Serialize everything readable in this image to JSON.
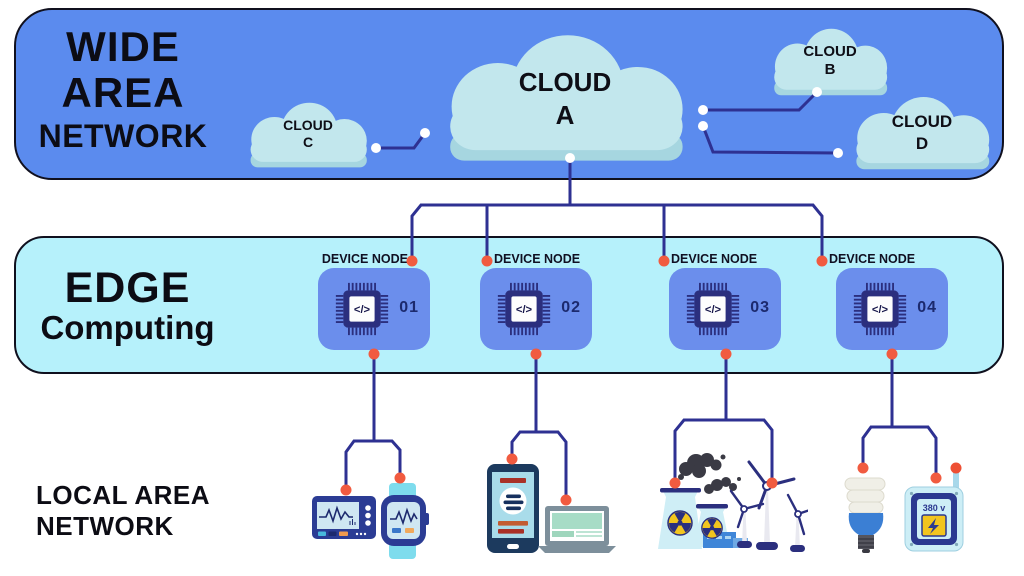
{
  "wan": {
    "title_lines": [
      "WIDE",
      "AREA",
      "NETWORK"
    ],
    "clouds": [
      {
        "word": "CLOUD",
        "letter": "A"
      },
      {
        "word": "CLOUD",
        "letter": "B"
      },
      {
        "word": "CLOUD",
        "letter": "C"
      },
      {
        "word": "CLOUD",
        "letter": "D"
      }
    ]
  },
  "edge": {
    "title_line1": "EDGE",
    "title_line2": "Computing",
    "nodes": [
      {
        "label": "DEVICE NODE",
        "number": "01",
        "chip_glyph": "</>"
      },
      {
        "label": "DEVICE NODE",
        "number": "02",
        "chip_glyph": "</>"
      },
      {
        "label": "DEVICE NODE",
        "number": "03",
        "chip_glyph": "</>"
      },
      {
        "label": "DEVICE NODE",
        "number": "04",
        "chip_glyph": "</>"
      }
    ]
  },
  "lan": {
    "title_lines": [
      "LOCAL AREA",
      "NETWORK"
    ],
    "groups": [
      {
        "icons": [
          "ecg-monitor-icon",
          "smartwatch-icon"
        ]
      },
      {
        "icons": [
          "smartphone-icon",
          "laptop-icon"
        ]
      },
      {
        "icons": [
          "nuclear-plant-icon",
          "wind-turbine-icon"
        ]
      },
      {
        "icons": [
          "cfl-bulb-icon",
          "power-meter-icon"
        ],
        "meter_voltage": "380 v"
      }
    ]
  },
  "palette": {
    "wan_band": "#5b8bee",
    "edge_band": "#b6f1fb",
    "cloud_fill": "#c2e7ed",
    "cloud_shadow": "#a6d6e0",
    "node_fill": "#6b8eec",
    "chip_navy": "#2b2f7e",
    "connector_line": "#2e3192",
    "dot_orange": "#f15b40",
    "dot_white": "#ffffff",
    "text": "#0c0c14"
  }
}
